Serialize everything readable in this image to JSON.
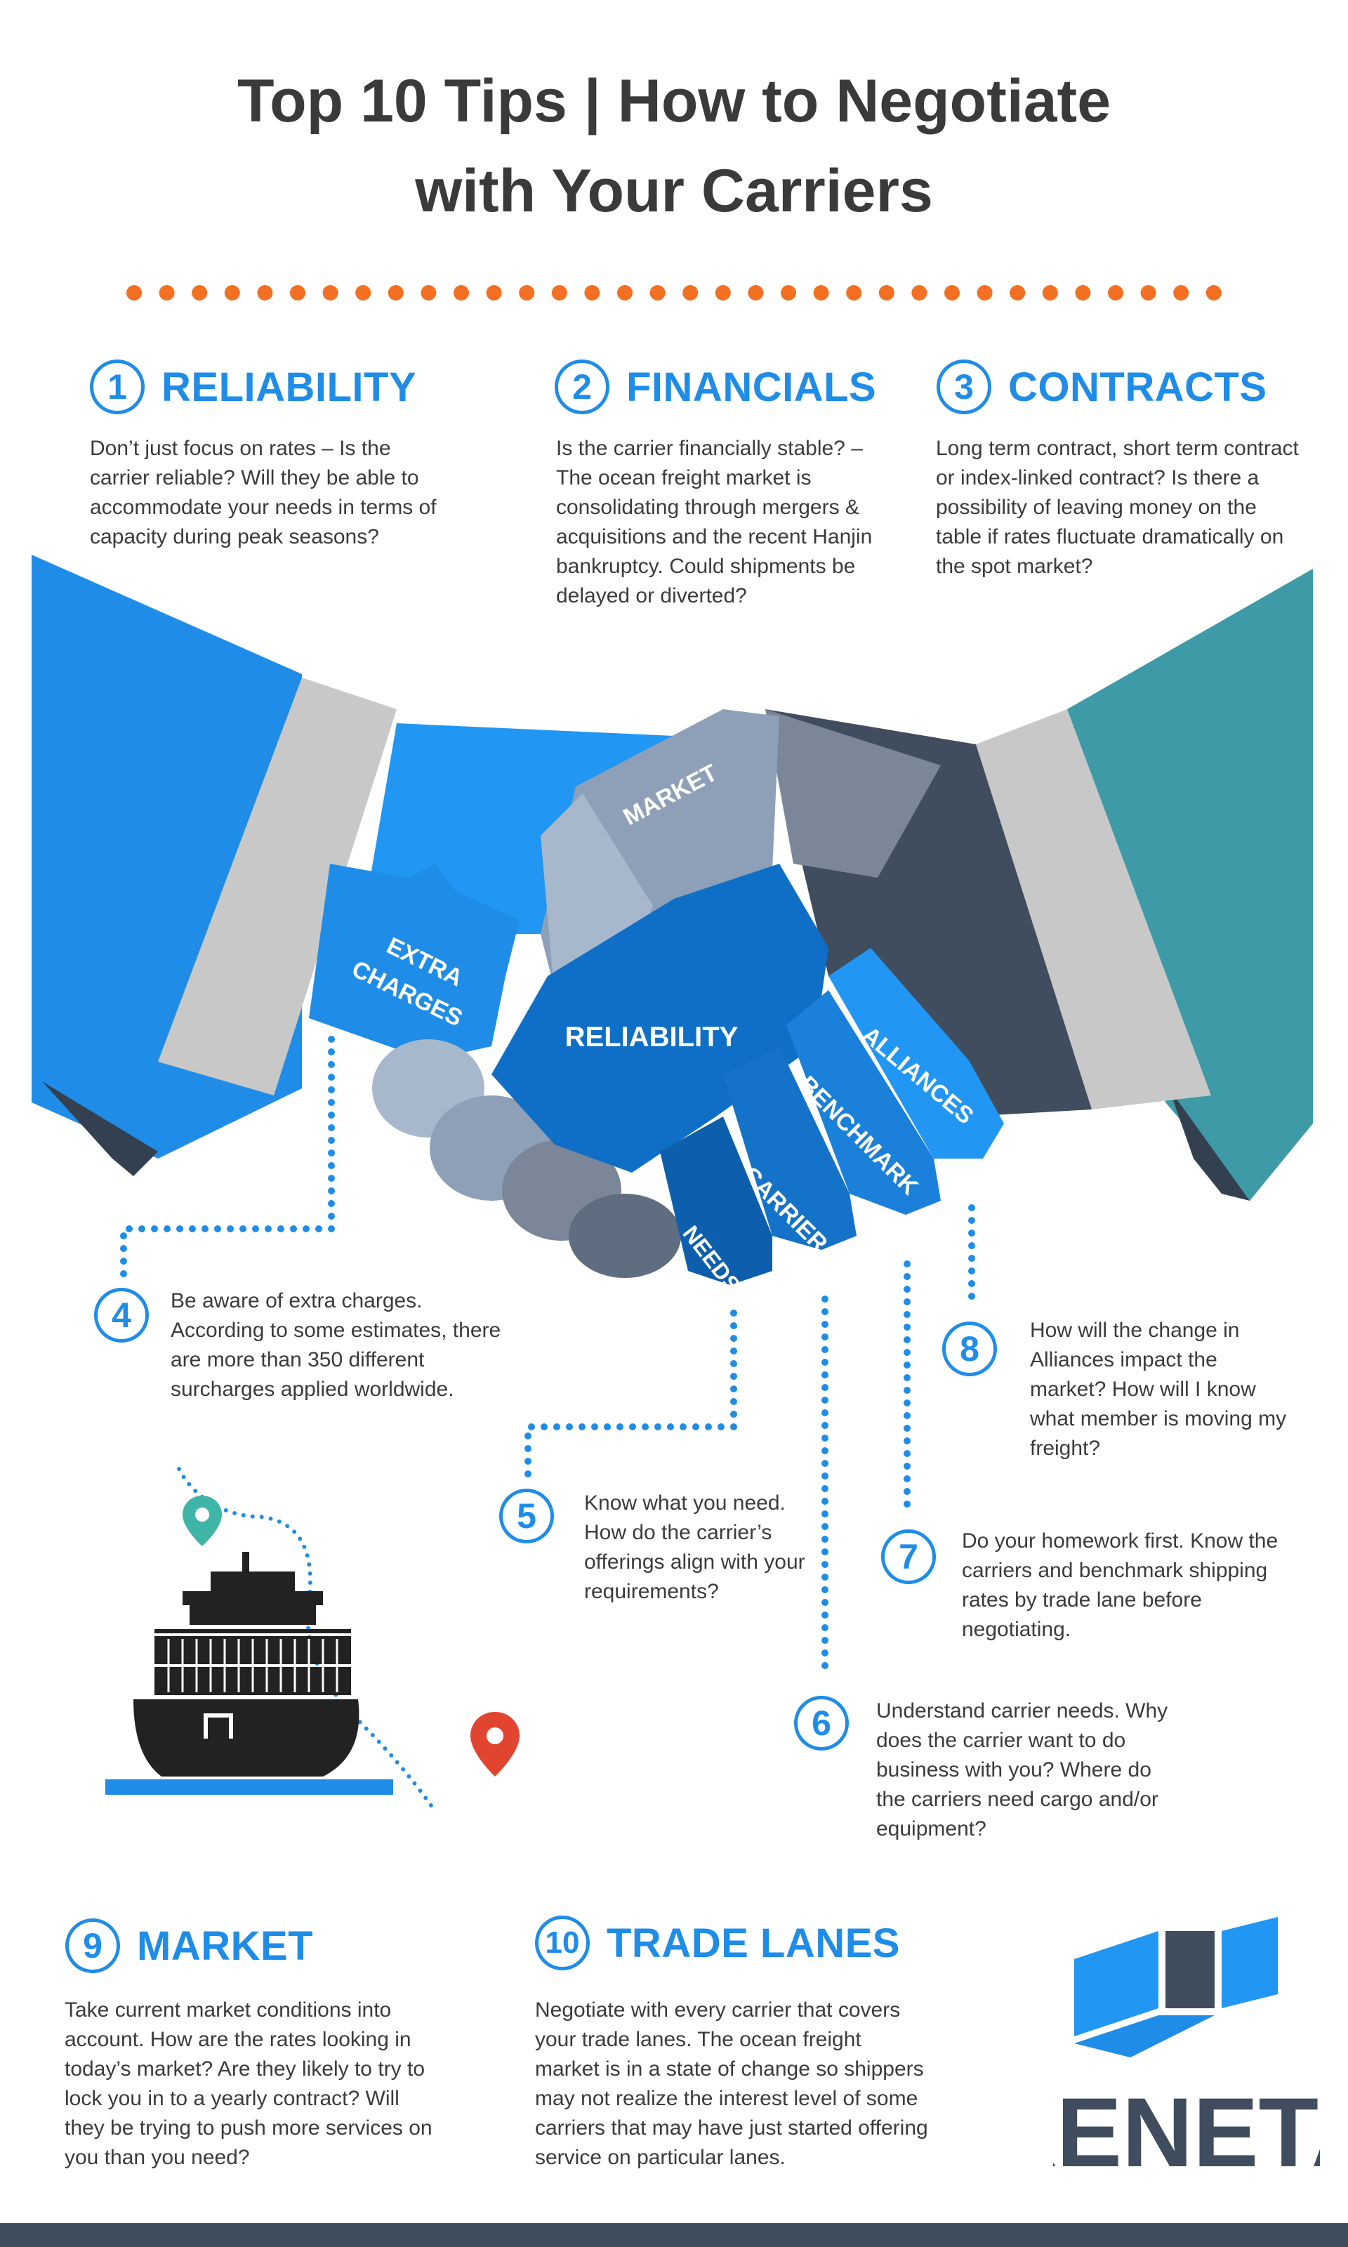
{
  "title": {
    "line1": "Top 10 Tips | How to Negotiate",
    "line2": "with Your Carriers"
  },
  "colors": {
    "accent_blue": "#1f8de8",
    "dot_orange": "#f36f21",
    "dark_text": "#3a3a3a",
    "teal_sleeve": "#3d9aa6",
    "navy": "#3f4d5f",
    "pin_teal": "#3fb5a7",
    "pin_red": "#e2452f"
  },
  "tips": {
    "t1": {
      "num": "1",
      "label": "RELIABILITY",
      "text": "Don’t just focus on rates – Is the carrier reliable? Will they be able to accommodate your needs in terms of capacity during peak seasons?"
    },
    "t2": {
      "num": "2",
      "label": "FINANCIALS",
      "text": "Is the carrier financially stable? – The ocean freight market is consolidating through mergers & acquisitions and the recent Hanjin bankruptcy. Could shipments be delayed or diverted?"
    },
    "t3": {
      "num": "3",
      "label": "CONTRACTS",
      "text": "Long term contract, short term contract or index-linked contract? Is there a possibility of leaving money on the table if rates fluctuate dramatically on the spot market?"
    },
    "t4": {
      "num": "4",
      "text": "Be aware of extra charges. According to some estimates, there are more than 350 different surcharges applied worldwide."
    },
    "t5": {
      "num": "5",
      "text": "Know what you need. How do the carrier’s offerings align with your requirements?"
    },
    "t6": {
      "num": "6",
      "text": "Understand carrier needs. Why does the carrier want to do business with you? Where do the carriers need cargo and/or equipment?"
    },
    "t7": {
      "num": "7",
      "text": "Do your homework first. Know the carriers and benchmark shipping rates by trade lane before negotiating."
    },
    "t8": {
      "num": "8",
      "text": "How will the change in Alliances impact the market? How will I know what member is moving my freight?"
    },
    "t9": {
      "num": "9",
      "label": "MARKET",
      "text": "Take current market conditions into account. How are the rates looking in today’s market? Are they likely to try to lock you in to a yearly contract? Will they be trying to push more services on you than you need?"
    },
    "t10": {
      "num": "10",
      "label": "TRADE LANES",
      "text": "Negotiate with every carrier that covers your trade lanes. The ocean freight market is in a state of change so shippers may not realize the interest level of some carriers that may have just started offering service on particular lanes."
    }
  },
  "handshake": {
    "market": "MARKET",
    "extra1": "EXTRA",
    "extra2": "CHARGES",
    "reliability": "RELIABILITY",
    "alliances": "ALLIANCES",
    "benchmark": "BENCHMARK",
    "carrier": "CARRIER",
    "needs": "NEEDS"
  },
  "icons": [
    "container-ship-icon",
    "location-pin-icon"
  ],
  "logo": {
    "text": "XENETA"
  }
}
